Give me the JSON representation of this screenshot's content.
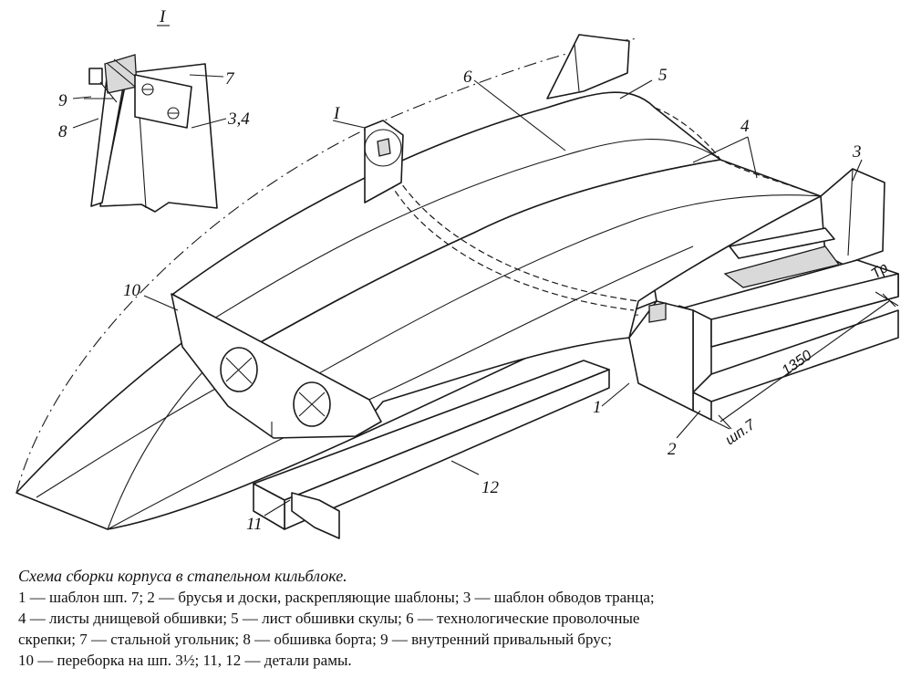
{
  "figure": {
    "detail_marker": "I",
    "labels": {
      "l1": "1",
      "l2": "2",
      "l3": "3",
      "l4": "4",
      "l5": "5",
      "l6": "6",
      "l7": "7",
      "l8": "8",
      "l9": "9",
      "l10": "10",
      "l11": "11",
      "l12": "12",
      "l34": "3,4"
    },
    "dimension": "1350",
    "station_tr": "Тр",
    "station_sh7": "шп.7"
  },
  "caption": {
    "title": "Схема сборки корпуса в стапельном кильблоке.",
    "line1": "1 — шаблон шп. 7; 2 — брусья и доски, раскрепляющие шаблоны; 3 — шаблон обводов транца;",
    "line2": "4 — листы днищевой обшивки; 5 — лист обшивки скулы; 6 — технологические проволочные",
    "line3": "скрепки; 7 — стальной угольник; 8 — обшивка борта; 9 — внутренний привальный брус;",
    "line4": "10 — переборка на шп. 3½; 11, 12 — детали рамы."
  }
}
